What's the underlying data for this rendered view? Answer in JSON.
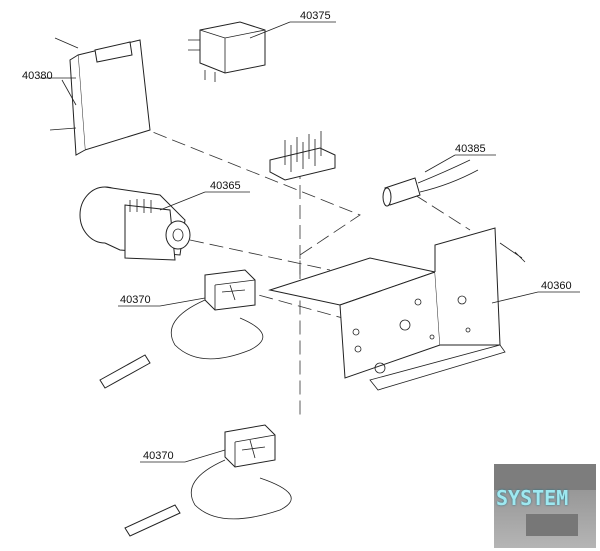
{
  "labels": {
    "p40375": "40375",
    "p40380": "40380",
    "p40385": "40385",
    "p40365": "40365",
    "p40370a": "40370",
    "p40360": "40360",
    "p40370b": "40370"
  },
  "logo": {
    "text": "SYSTEM"
  }
}
